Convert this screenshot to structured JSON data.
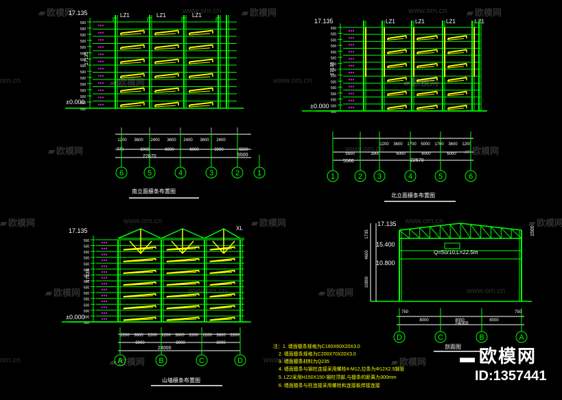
{
  "watermarks": {
    "brand": "欧模网",
    "url": "www.om.cn",
    "url_short": "om.cn",
    "id_text": "ID:1357441"
  },
  "elevations": {
    "top": "17.135",
    "h1": "15.400",
    "h2": "10.800",
    "zero": "±0.000",
    "total": "17135"
  },
  "column_tag": "LZ1",
  "south": {
    "title": "南立面檩条布置图",
    "dims_upper": [
      "1200",
      "3600",
      "2400",
      "3600",
      "2400",
      "3600",
      "2400"
    ],
    "dims_mid": [
      "770",
      "6000",
      "6000",
      "6000",
      "3900",
      "5500"
    ],
    "dims_total": "22670",
    "dims_right": "5500",
    "axes": [
      "6",
      "5",
      "4",
      "3",
      "2",
      "1"
    ]
  },
  "north": {
    "title": "北立面檩条布置图",
    "dims_upper": [
      "1200",
      "3600",
      "1700",
      "5000",
      "1700",
      "3600",
      "1200"
    ],
    "dims_mid": [
      "5500",
      "3900",
      "6000",
      "6000",
      "6000"
    ],
    "dims_total": "22670",
    "dims_left": "5500",
    "axes": [
      "1",
      "2",
      "3",
      "4",
      "5",
      "6"
    ]
  },
  "gable": {
    "title": "山墙檩条布置图",
    "tag": "XL",
    "dims_upper": [
      "2200",
      "3600",
      "2200",
      "2200",
      "3600",
      "2200",
      "2200",
      "3600",
      "2200"
    ],
    "dims_mid": [
      "8000",
      "8000",
      "8000"
    ],
    "dims_total": "24000",
    "axes": [
      "A",
      "B",
      "C",
      "D"
    ]
  },
  "section": {
    "title": "剖面图",
    "crane": "Q=50/10,L=22.5m",
    "dims_left": [
      "1735",
      "4600",
      "10800"
    ],
    "dim_right": "1500",
    "dims_bottom": [
      "750",
      "8000",
      "8000",
      "8000",
      "750"
    ],
    "dims_total": "24000",
    "axes": [
      "D",
      "C",
      "B",
      "A"
    ]
  },
  "notes": [
    "注：1. 墙面檩条规格为C160X60X20X3.0",
    "2. 墙面檩条规格为C200X70X20X3.0",
    "3. 墙面檩条材料为Q235",
    "4. 墙面檩条与钢柱连接采用螺栓4-M12,拉条为Φ12X2.5钢管",
    "5. LZ2采用H150X150-钢柱顶部,与檩条的距离为300mm",
    "6. 墙面檩条与柱连接采用螺栓和连接板焊接连接"
  ],
  "colors": {
    "background": "#000000",
    "grid": "#00ff00",
    "purlin": "#ffff00",
    "brace": "#ff00ff",
    "dim": "#ffffff",
    "cyan": "#00ffff"
  }
}
